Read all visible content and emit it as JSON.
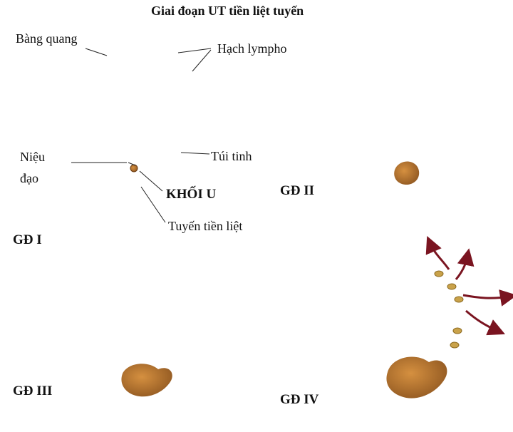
{
  "title": "Giai đoạn UT tiền liệt tuyến",
  "labels": {
    "bladder": "Bàng quang",
    "lymph_nodes": "Hạch lympho",
    "urethra_line1": "Niệu",
    "urethra_line2": "đạo",
    "seminal_vesicle": "Túi tinh",
    "tumor": "KHỐI U",
    "prostate": "Tuyến tiền liệt"
  },
  "stages": [
    "GĐ I",
    "GĐ II",
    "GĐ III",
    "GĐ IV"
  ],
  "colors": {
    "bladder_wall": "#a8283f",
    "bladder_inner": "#7a1a34",
    "bladder_lining": "#e59aa8",
    "prostate": "#f08a14",
    "tumor": "#b8742e",
    "urethra": "#6e1f38",
    "lymph_node": "#b9d3a8",
    "vessel": "#5f7a55",
    "seminal_vesicle": "#f2b8c8",
    "spread_arrow": "#7a1420"
  }
}
